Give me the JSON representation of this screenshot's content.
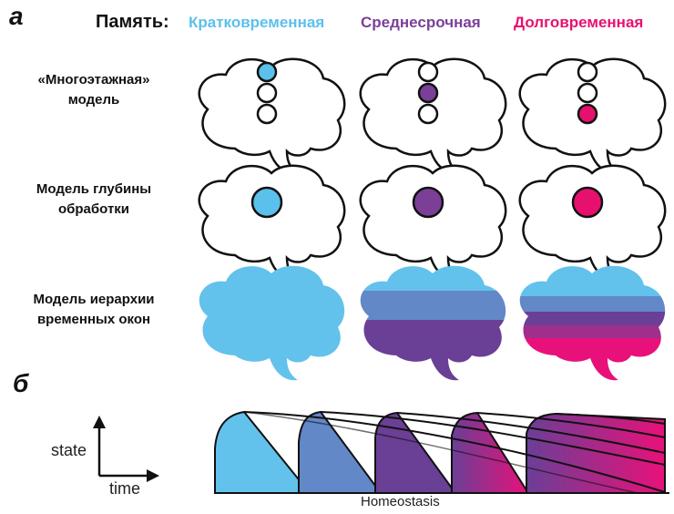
{
  "panels": {
    "a": "а",
    "b": "б"
  },
  "header": {
    "memory_label": "Память:",
    "columns": [
      {
        "label": "Кратковременная",
        "color": "#5bc0eb"
      },
      {
        "label": "Среднесрочная",
        "color": "#7b3f98"
      },
      {
        "label": "Долговременная",
        "color": "#e8106f"
      }
    ]
  },
  "rows": [
    {
      "line1": "«Многоэтажная»",
      "line2": "модель"
    },
    {
      "line1": "Модель глубины",
      "line2": "обработки"
    },
    {
      "line1": "Модель иерархии",
      "line2": "временных окон"
    }
  ],
  "colors": {
    "band_1": "#62c2ec",
    "band_2": "#6388c8",
    "band_3": "#6a3f96",
    "band_4": "#9e2f8c",
    "band_5": "#e8117a"
  },
  "axes": {
    "y_label": "state",
    "x_label": "time"
  },
  "baseline_label": "Homeostasis"
}
